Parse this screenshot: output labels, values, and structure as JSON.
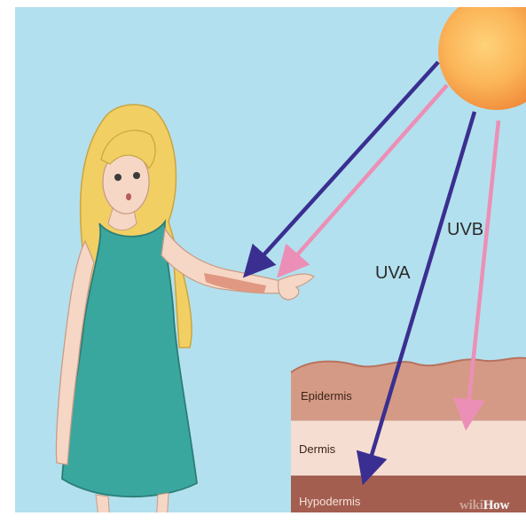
{
  "illustration": {
    "rays": {
      "uva_label": "UVA",
      "uvb_label": "UVB",
      "uva_color": "#3a2f91",
      "uvb_color": "#ec8fb6"
    },
    "skin_layers": {
      "epidermis": "Epidermis",
      "dermis": "Dermis",
      "hypodermis": "Hypodermis"
    },
    "colors": {
      "sky": "#b3e0ee",
      "sun": "#f7a64d",
      "epidermis": "#d59a85",
      "dermis": "#f6ddd2",
      "hypodermis": "#a45e50",
      "dress": "#3aa79f",
      "hair": "#f1cf63",
      "skin": "#f6d7c6"
    },
    "watermark": {
      "wiki": "wiki",
      "how": "How"
    }
  }
}
